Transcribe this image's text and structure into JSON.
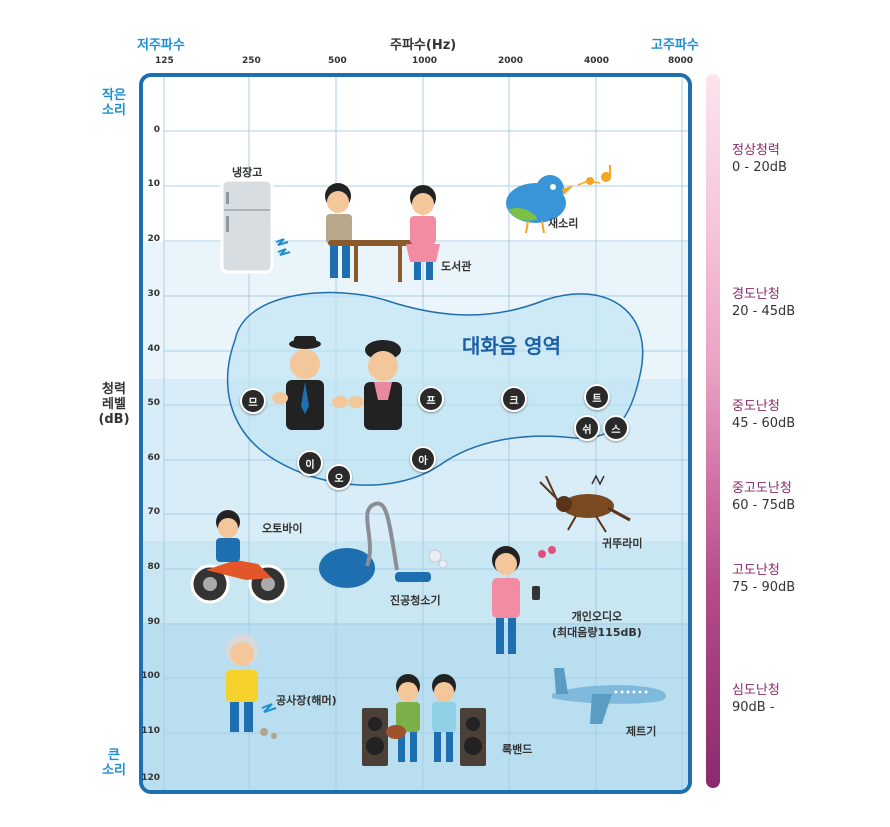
{
  "header": {
    "low_freq": "저주파수",
    "freq_title": "주파수(Hz)",
    "high_freq": "고주파수"
  },
  "freq_ticks": [
    "125",
    "250",
    "500",
    "1000",
    "2000",
    "4000",
    "8000"
  ],
  "db_ticks": [
    "0",
    "10",
    "20",
    "30",
    "40",
    "50",
    "60",
    "70",
    "80",
    "90",
    "100",
    "110",
    "120"
  ],
  "left_labels": {
    "quiet": [
      "작은",
      "소리"
    ],
    "axis": [
      "청력",
      "레벨",
      "(dB)"
    ],
    "loud": [
      "큰",
      "소리"
    ]
  },
  "hearing_levels": [
    {
      "name": "정상청력",
      "range": "0 - 20dB"
    },
    {
      "name": "경도난청",
      "range": "20 - 45dB"
    },
    {
      "name": "중도난청",
      "range": "45 - 60dB"
    },
    {
      "name": "중고도난청",
      "range": "60 - 75dB"
    },
    {
      "name": "고도난청",
      "range": "75 - 90dB"
    },
    {
      "name": "심도난청",
      "range": "90dB -"
    }
  ],
  "speech_zone": {
    "title": "대화음 영역",
    "phonemes": [
      "므",
      "프",
      "크",
      "트",
      "쉬",
      "스",
      "이",
      "오",
      "아"
    ]
  },
  "sounds": {
    "fridge": "냉장고",
    "library": "도서관",
    "bird": "새소리",
    "motorcycle": "오토바이",
    "vacuum": "진공청소기",
    "cricket": "귀뚜라미",
    "audio": [
      "개인오디오",
      "(최대음량115dB)"
    ],
    "hammer": "공사장(해머)",
    "band": "록밴드",
    "jet": "제트기"
  },
  "colors": {
    "frame": "#1e6fb0",
    "accent_blue": "#1e8fd0",
    "level_text": "#8b2a6e"
  }
}
